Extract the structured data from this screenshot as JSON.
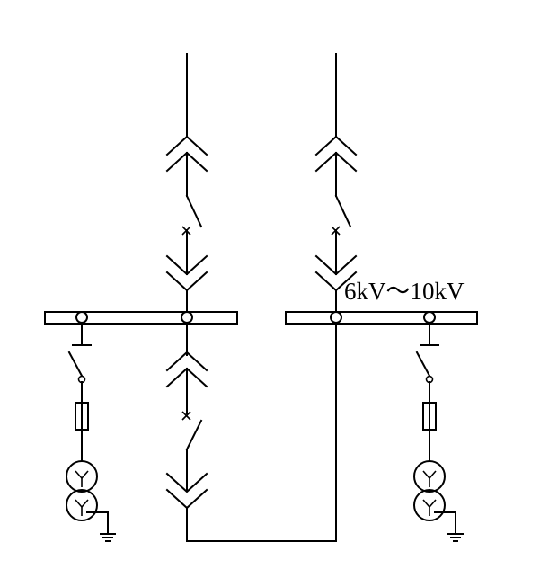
{
  "labels": {
    "voltage": "6kV～10kV"
  },
  "colors": {
    "line": "#000000",
    "background": "#ffffff"
  },
  "symbols": [
    "busbar-left",
    "busbar-right",
    "drawout-contact",
    "circuit-breaker",
    "disconnector-switch",
    "fuse",
    "voltage-transformer",
    "ground-symbol"
  ]
}
